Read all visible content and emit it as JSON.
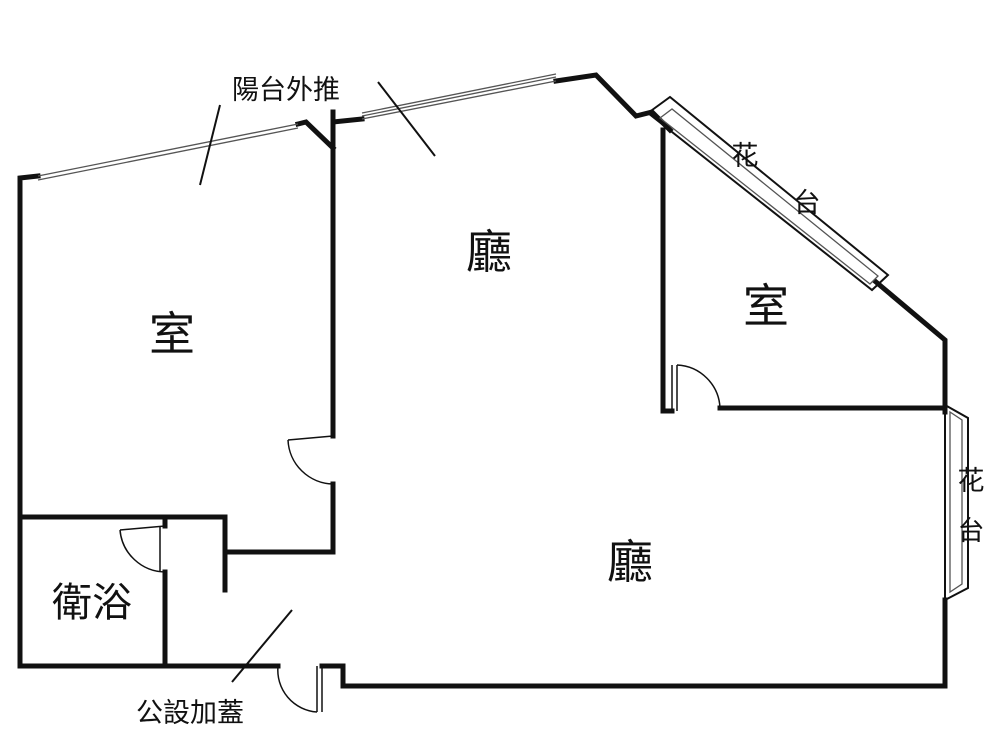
{
  "floor_plan": {
    "rooms": {
      "bedroom_left": "室",
      "living_upper": "廳",
      "bedroom_right": "室",
      "living_lower": "廳",
      "bathroom": "衛浴"
    },
    "annotations": {
      "balcony_extension": "陽台外推",
      "public_addition": "公設加蓋",
      "planter_upper": [
        "花",
        "台"
      ],
      "planter_right": [
        "花",
        "台"
      ]
    }
  }
}
